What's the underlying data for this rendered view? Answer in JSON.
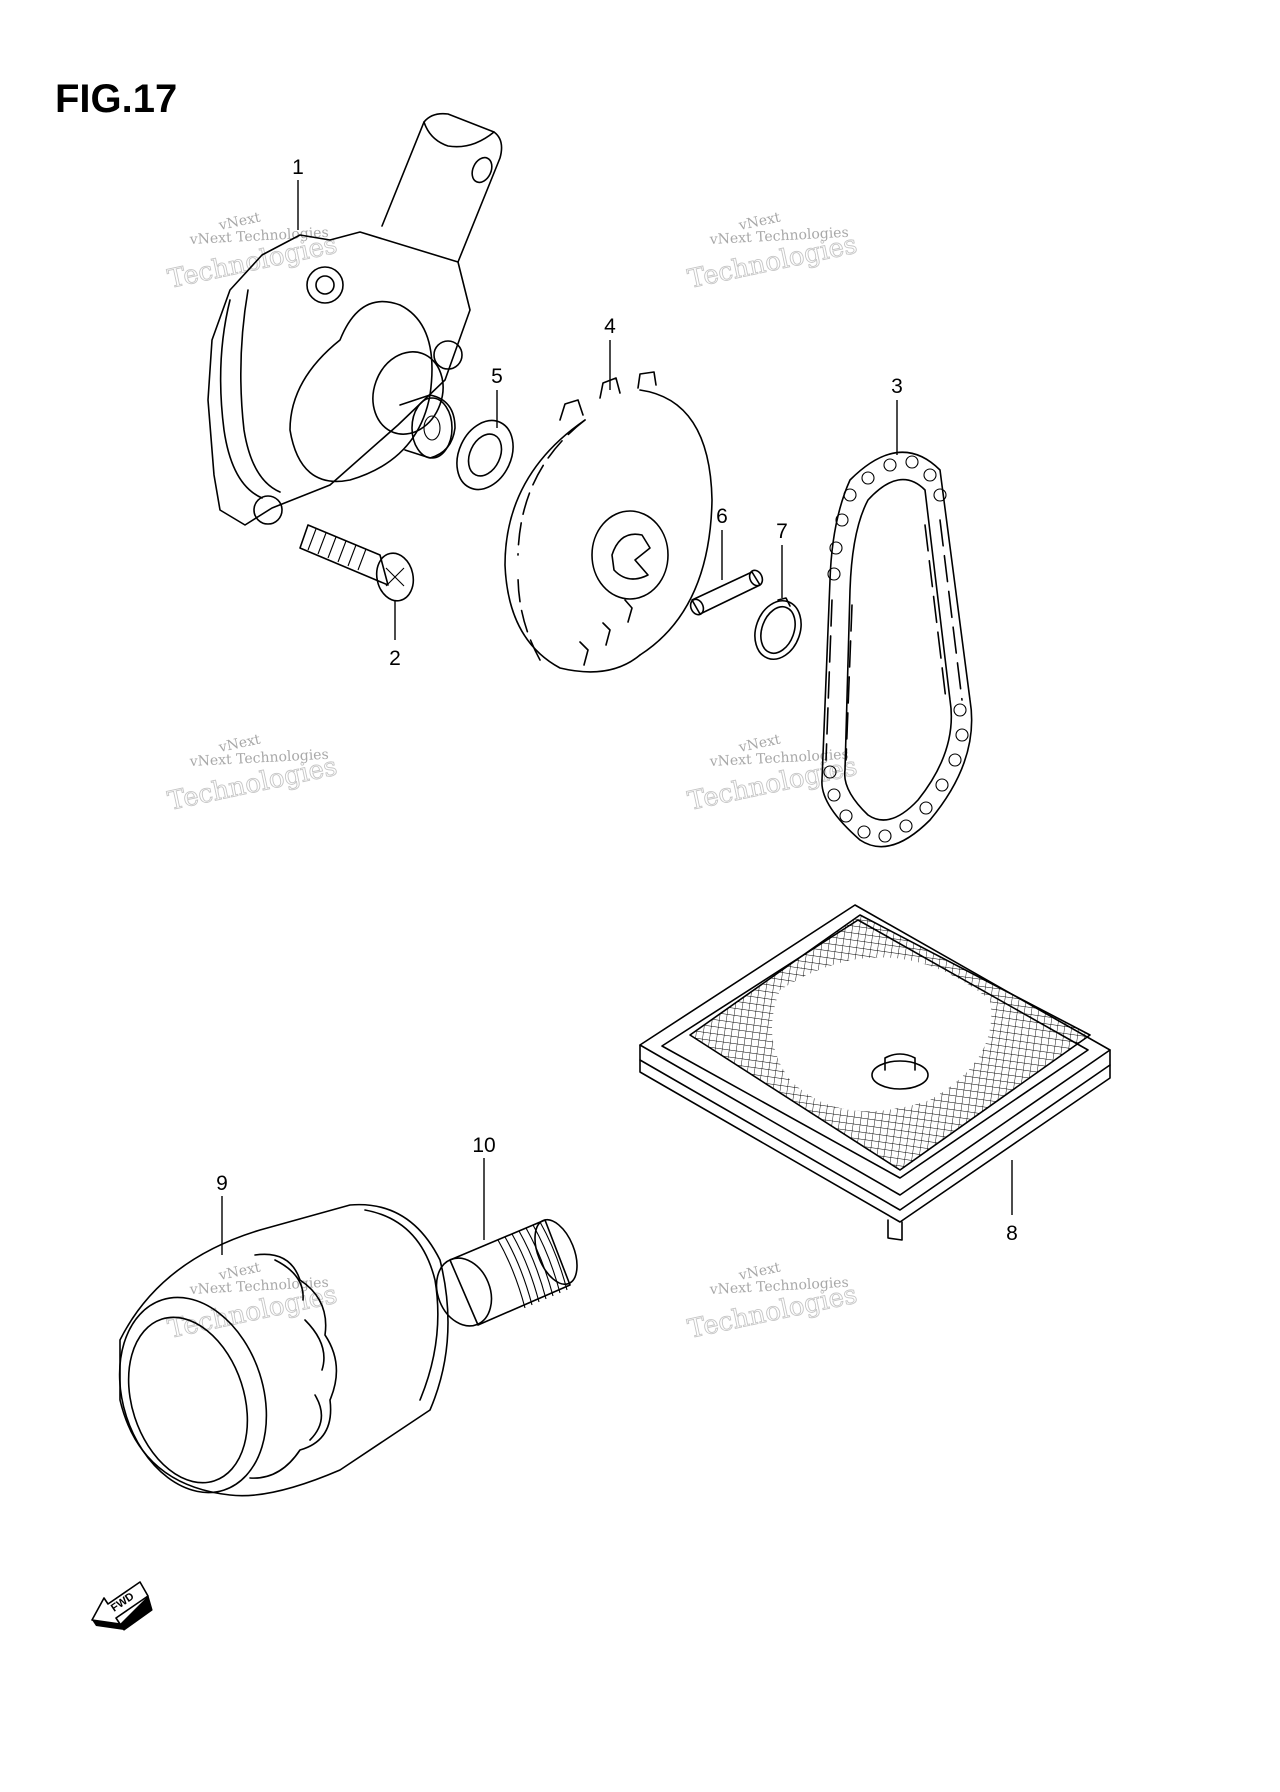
{
  "figure": {
    "title": "FIG.17"
  },
  "watermark": {
    "line1": "vNext",
    "line2": "vNext Technologies",
    "line3": "Technologies"
  },
  "callouts": [
    {
      "id": "1",
      "label": "1"
    },
    {
      "id": "2",
      "label": "2"
    },
    {
      "id": "3",
      "label": "3"
    },
    {
      "id": "4",
      "label": "4"
    },
    {
      "id": "5",
      "label": "5"
    },
    {
      "id": "6",
      "label": "6"
    },
    {
      "id": "7",
      "label": "7"
    },
    {
      "id": "8",
      "label": "8"
    },
    {
      "id": "9",
      "label": "9"
    },
    {
      "id": "10",
      "label": "10"
    }
  ],
  "fwd_indicator": {
    "label": "FWD"
  }
}
